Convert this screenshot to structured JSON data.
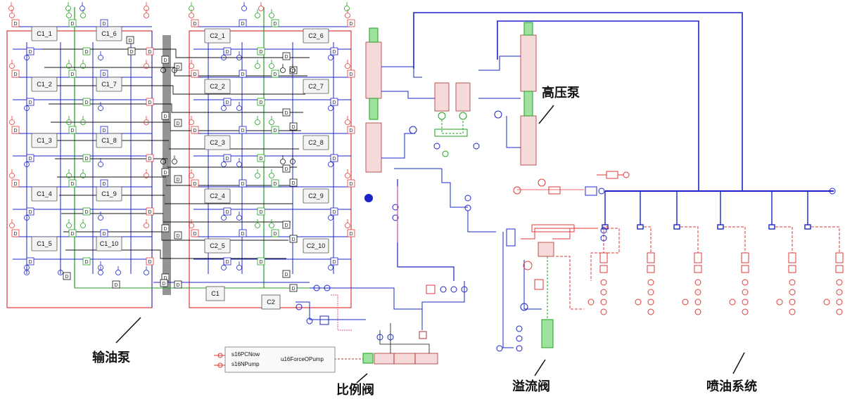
{
  "labels": {
    "left_units": [
      "C1_1",
      "C1_6",
      "C1_2",
      "C1_7",
      "C1_3",
      "C1_8",
      "C1_4",
      "C1_9",
      "C1_5",
      "C1_10"
    ],
    "right_units": [
      "C2_1",
      "C2_6",
      "C2_2",
      "C2_7",
      "C2_3",
      "C2_8",
      "C2_4",
      "C2_9",
      "C2_5",
      "C2_10"
    ],
    "bottom_c1": "C1",
    "bottom_c2": "C2",
    "d_letter": "D"
  },
  "signal_block": {
    "input1": "s16PCNow",
    "input2": "s16NPump",
    "output": "u16ForceOPump"
  },
  "sections": {
    "transfer_pump": "输油泵",
    "high_pressure_pump": "高压泵",
    "proportional_valve": "比例阀",
    "overflow_valve": "溢流阀",
    "injection_system": "喷油系统"
  },
  "colors": {
    "red": "#e03a3a",
    "blue": "#1a24c8",
    "green": "#1fa01f",
    "black": "#111111",
    "pink": "#e05aa0"
  }
}
